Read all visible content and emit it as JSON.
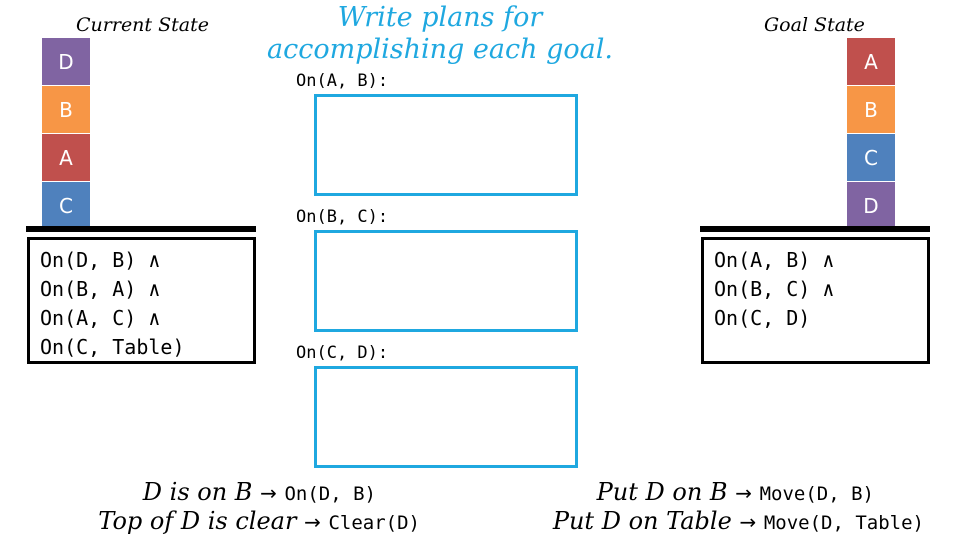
{
  "current_state": {
    "title": "Current State",
    "stack": [
      {
        "label": "D",
        "color": "#8064a2"
      },
      {
        "label": "B",
        "color": "#f79646"
      },
      {
        "label": "A",
        "color": "#c0504d"
      },
      {
        "label": "C",
        "color": "#4f81bd"
      }
    ],
    "predicates": [
      "On(D, B) ∧",
      "On(B, A) ∧",
      "On(A, C) ∧",
      "On(C, Table)"
    ]
  },
  "goal_state": {
    "title": "Goal State",
    "stack": [
      {
        "label": "A",
        "color": "#c0504d"
      },
      {
        "label": "B",
        "color": "#f79646"
      },
      {
        "label": "C",
        "color": "#4f81bd"
      },
      {
        "label": "D",
        "color": "#8064a2"
      }
    ],
    "predicates": [
      "On(A, B) ∧",
      "On(B, C) ∧",
      "On(C, D)"
    ]
  },
  "instructions": {
    "line1": "Write plans for",
    "line2": "accomplishing each goal."
  },
  "goals": [
    "On(A, B):",
    "On(B, C):",
    "On(C, D):"
  ],
  "examples": {
    "left": [
      {
        "phrase": "D is on B",
        "arrow": "→",
        "code": "On(D, B)"
      },
      {
        "phrase": "Top of D is clear",
        "arrow": "→",
        "code": "Clear(D)"
      }
    ],
    "right": [
      {
        "phrase": "Put D on B",
        "arrow": "→",
        "code": "Move(D, B)"
      },
      {
        "phrase": "Put D on Table",
        "arrow": "→",
        "code": "Move(D, Table)"
      }
    ]
  }
}
